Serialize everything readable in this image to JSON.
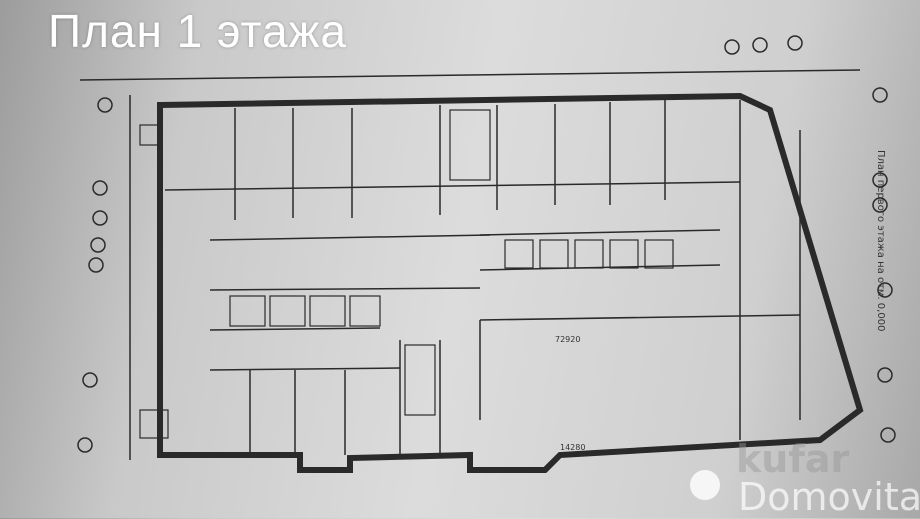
{
  "title": "План 1 этажа",
  "plan_caption": "План первого этажа на отм. 0,000",
  "dimensions": {
    "corridor_length": "72920",
    "bottom_width": "14280"
  },
  "watermark": {
    "brand_top": "kufar",
    "brand_bottom": "Domovita"
  },
  "colors": {
    "title": "#ffffff",
    "walls": "#2a2a2a",
    "paper": "#dcdcdc"
  }
}
